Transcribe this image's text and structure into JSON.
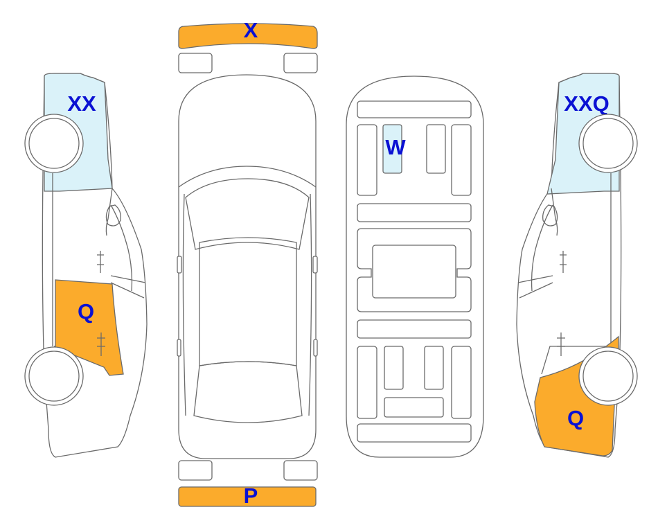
{
  "colors": {
    "damage_orange": "#fbab2c",
    "damage_light_blue": "#daf2f9",
    "label_blue": "#0a11d3",
    "outline": "#6a6a6a"
  },
  "views": {
    "left_side": {
      "upper_label": "XX",
      "door_label": "Q"
    },
    "top": {
      "front_bumper_label": "X",
      "rear_bumper_label": "P"
    },
    "underbody": {
      "panel_label": "W"
    },
    "right_side": {
      "upper_label": "XXQ",
      "lower_label": "Q"
    }
  }
}
